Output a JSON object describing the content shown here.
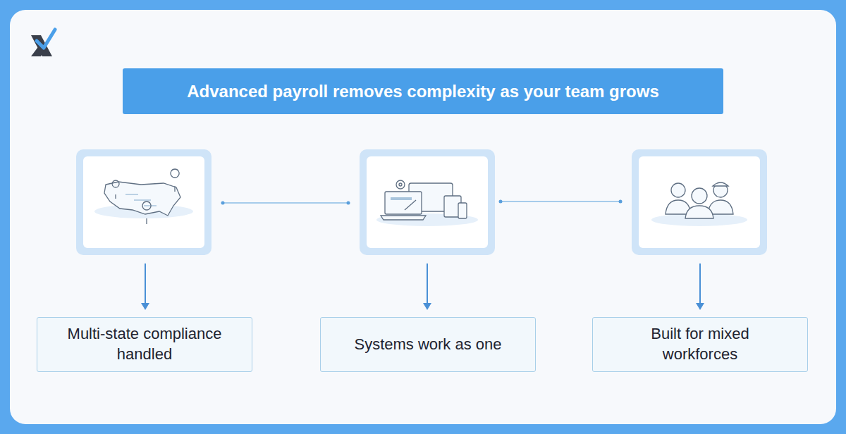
{
  "diagram": {
    "title": "Advanced payroll removes complexity as your team grows",
    "nodes": [
      {
        "text": [
          "Multi-state compliance handled"
        ]
      },
      {
        "text": [
          "Systems work as one"
        ]
      },
      {
        "text": [
          "Built for mixed workforces"
        ]
      }
    ]
  }
}
